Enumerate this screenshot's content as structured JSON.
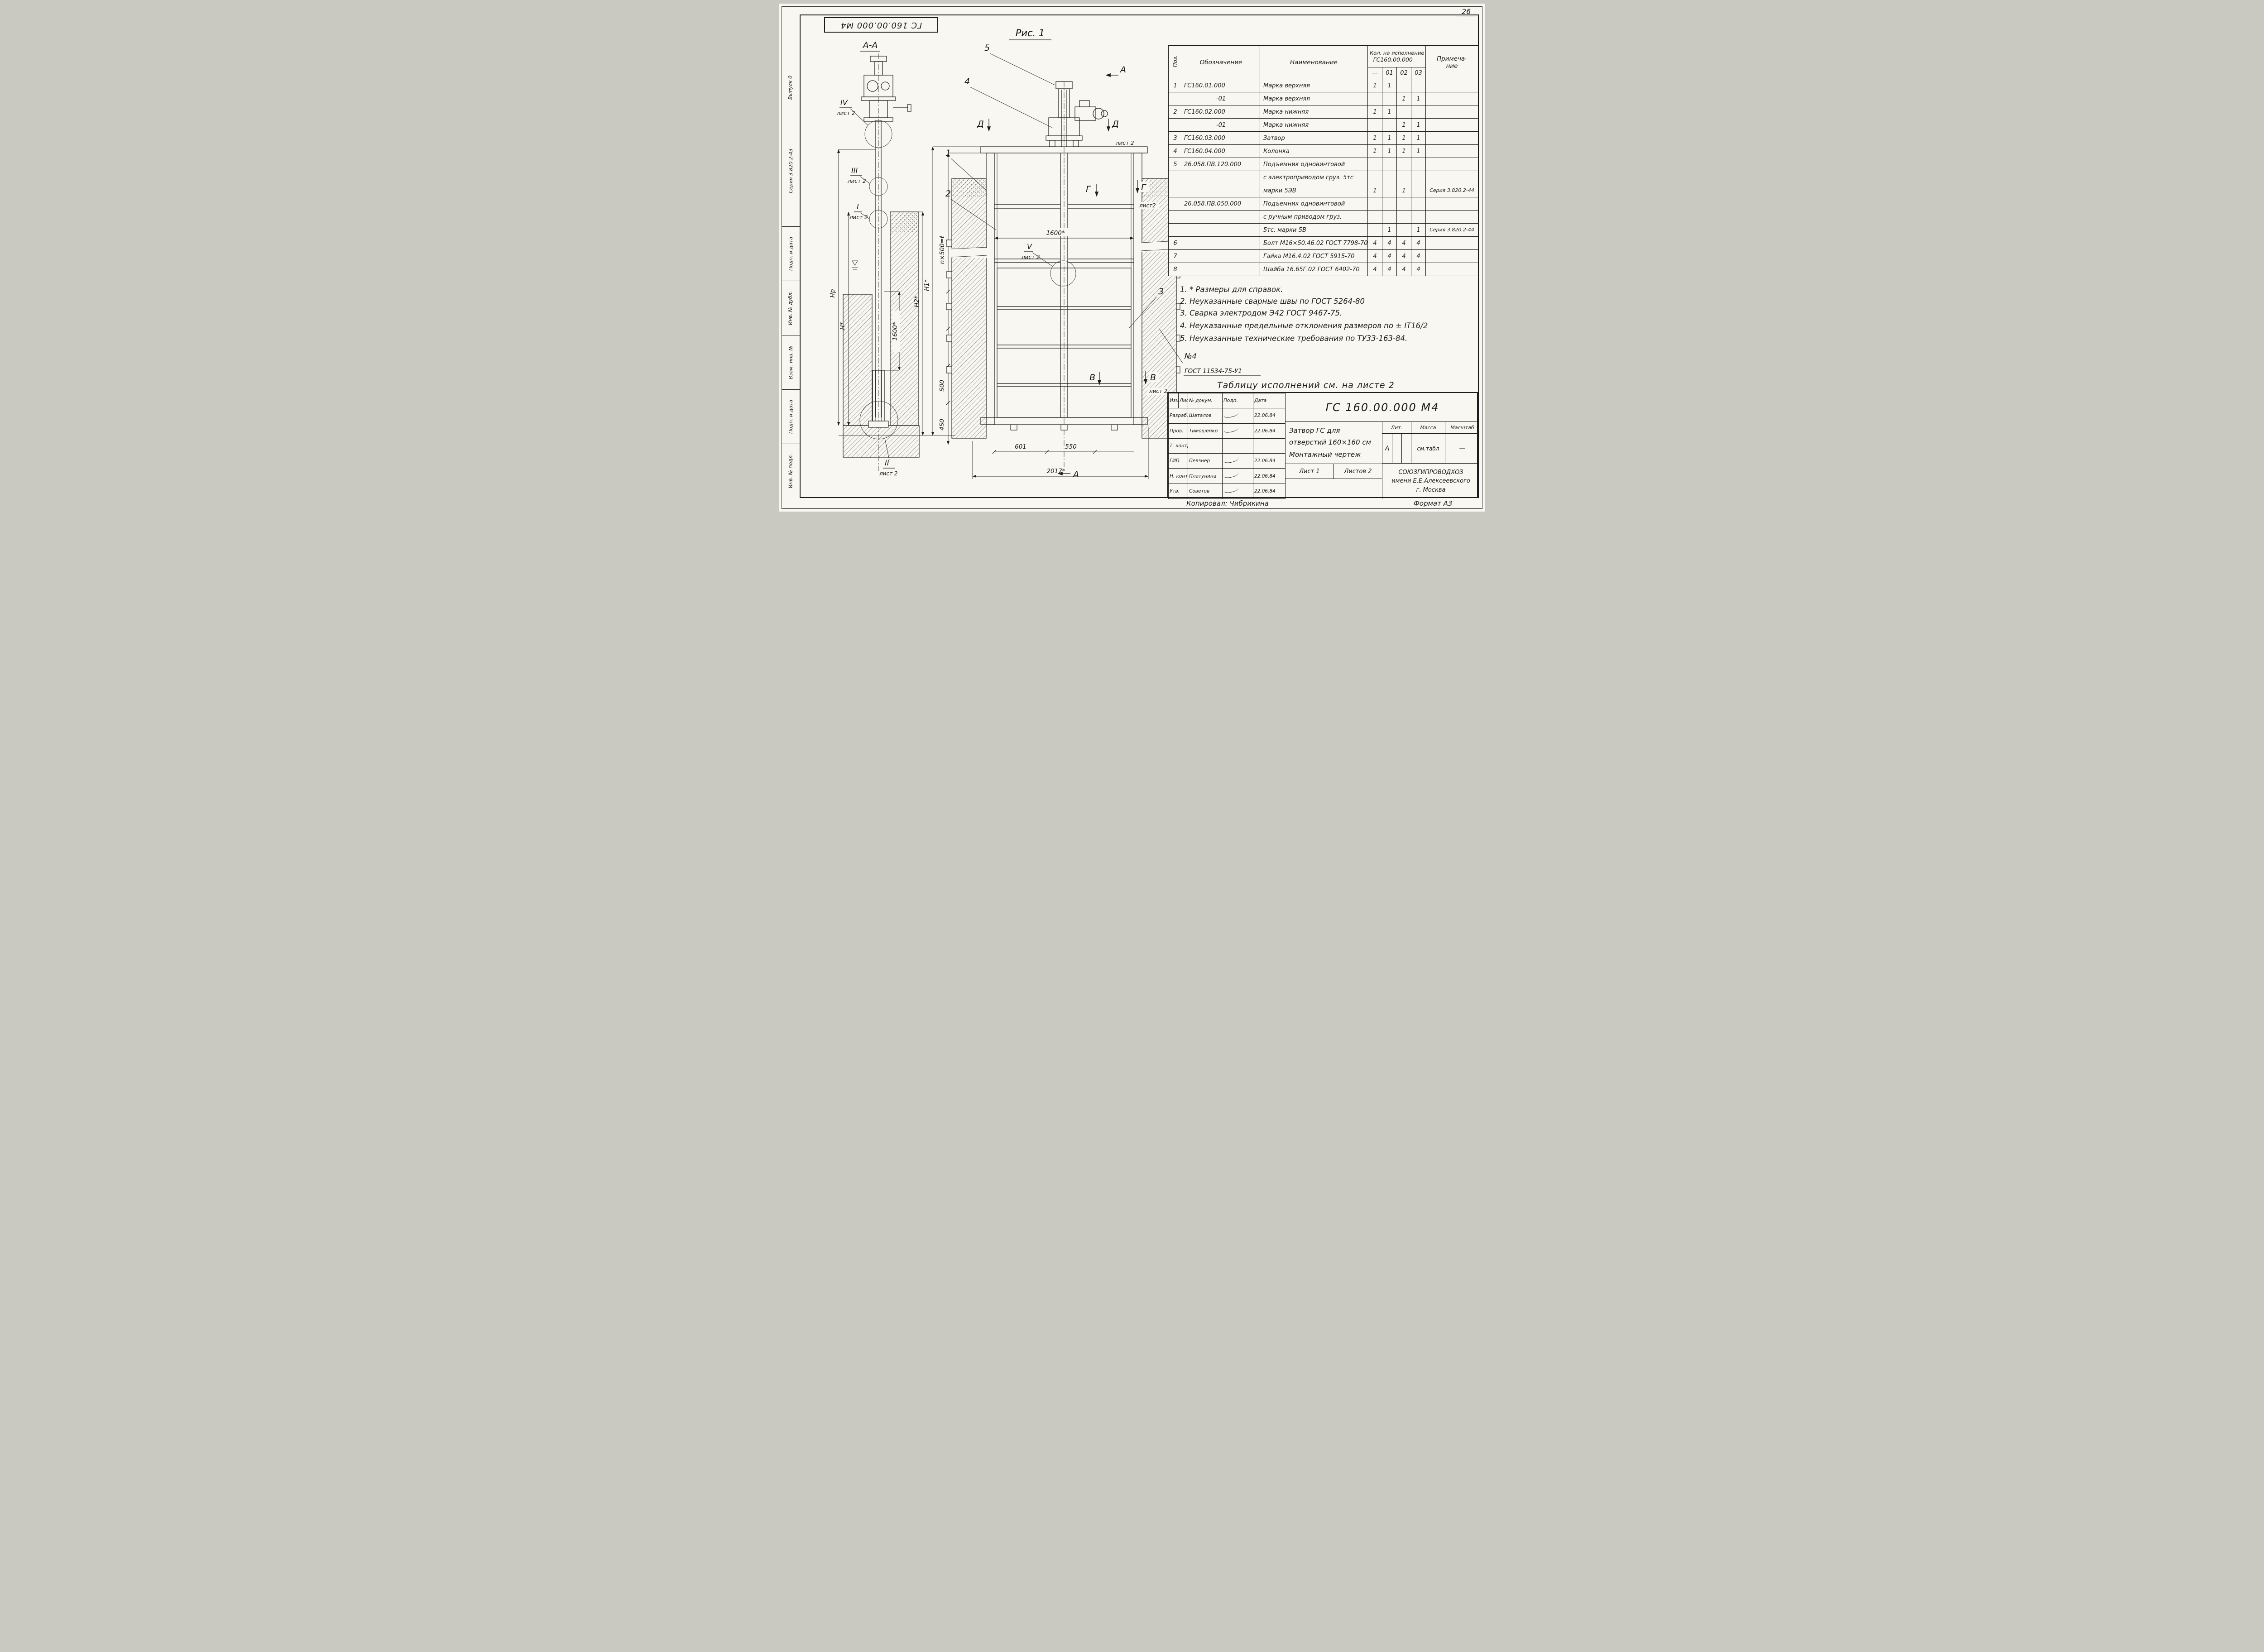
{
  "sheet": {
    "page_number": "26",
    "top_stamp": "ГС 160.00.000 М4",
    "footer_copied": "Копировал: Чибрикина",
    "footer_format": "Формат А3"
  },
  "left_margin": {
    "issue": "Выпуск 0",
    "series": "Серия 3.820.2-43",
    "cells": [
      "Подп. и дата",
      "Инв. № дубл.",
      "Взам. инв. №",
      "Подп. и дата",
      "Инв. № подл."
    ]
  },
  "figure": {
    "caption": "Рис. 1",
    "section_view": "А-А",
    "sheet_ref": "лист 2",
    "sheet_ref_compact": "лист2",
    "details": {
      "i": "I",
      "ii": "II",
      "iii": "III",
      "iv": "IV",
      "v": "V"
    },
    "callouts": {
      "c1": "1",
      "c2": "2",
      "c3": "3",
      "c4": "4",
      "c5": "5"
    },
    "section_letters": {
      "a": "А",
      "d": "Д",
      "g": "Г",
      "v": "В"
    },
    "weld_no": "№4",
    "weld_gost": "ГОСТ 11534-75-У1",
    "dims": {
      "hp": "Нр",
      "h": "Н*",
      "h1": "Н1*",
      "h2": "Н2*",
      "v1600": "1600*",
      "w1600": "1600*",
      "n500": "n×500=ℓ",
      "s500": "500",
      "s450": "450",
      "s601": "601",
      "s550": "550",
      "s2017": "2017*"
    }
  },
  "parts_table": {
    "header": {
      "pos": "Поз.",
      "designation": "Обозначение",
      "name": "Наименование",
      "qty_line1": "Кол. на исполнение",
      "qty_line2": "ГС160.00.000 —",
      "note1": "Примеча-",
      "note2": "ние"
    },
    "subcols": [
      "—",
      "01",
      "02",
      "03"
    ],
    "rows": [
      {
        "pos": "1",
        "des": "ГС160.01.000",
        "name": "Марка верхняя",
        "q1": "1",
        "q2": "1",
        "q3": "",
        "q4": "",
        "note": ""
      },
      {
        "pos": "",
        "des": "-01",
        "name": "Марка верхняя",
        "q1": "",
        "q2": "",
        "q3": "1",
        "q4": "1",
        "note": ""
      },
      {
        "pos": "2",
        "des": "ГС160.02.000",
        "name": "Марка нижняя",
        "q1": "1",
        "q2": "1",
        "q3": "",
        "q4": "",
        "note": ""
      },
      {
        "pos": "",
        "des": "-01",
        "name": "Марка нижняя",
        "q1": "",
        "q2": "",
        "q3": "1",
        "q4": "1",
        "note": ""
      },
      {
        "pos": "3",
        "des": "ГС160.03.000",
        "name": "Затвор",
        "q1": "1",
        "q2": "1",
        "q3": "1",
        "q4": "1",
        "note": ""
      },
      {
        "pos": "4",
        "des": "ГС160.04.000",
        "name": "Колонка",
        "q1": "1",
        "q2": "1",
        "q3": "1",
        "q4": "1",
        "note": ""
      },
      {
        "pos": "5",
        "des": "26.058.ПВ.120.000",
        "name": "Подъемник одновинтовой",
        "q1": "",
        "q2": "",
        "q3": "",
        "q4": "",
        "note": ""
      },
      {
        "pos": "",
        "des": "",
        "name": "с электроприводом груз. 5тс",
        "q1": "",
        "q2": "",
        "q3": "",
        "q4": "",
        "note": ""
      },
      {
        "pos": "",
        "des": "",
        "name": "марки 5ЭВ",
        "q1": "1",
        "q2": "",
        "q3": "1",
        "q4": "",
        "note": "Серия 3.820.2-44"
      },
      {
        "pos": "",
        "des": "26.058.ПВ.050.000",
        "name": "Подъемник одновинтовой",
        "q1": "",
        "q2": "",
        "q3": "",
        "q4": "",
        "note": ""
      },
      {
        "pos": "",
        "des": "",
        "name": "с ручным приводом груз.",
        "q1": "",
        "q2": "",
        "q3": "",
        "q4": "",
        "note": ""
      },
      {
        "pos": "",
        "des": "",
        "name": "5тс. марки 5В",
        "q1": "",
        "q2": "1",
        "q3": "",
        "q4": "1",
        "note": "Серия 3.820.2-44"
      },
      {
        "pos": "6",
        "des": "",
        "name": "Болт М16×50.46.02 ГОСТ 7798-70",
        "q1": "4",
        "q2": "4",
        "q3": "4",
        "q4": "4",
        "note": ""
      },
      {
        "pos": "7",
        "des": "",
        "name": "Гайка М16.4.02 ГОСТ 5915-70",
        "q1": "4",
        "q2": "4",
        "q3": "4",
        "q4": "4",
        "note": ""
      },
      {
        "pos": "8",
        "des": "",
        "name": "Шайба 16.65Г.02 ГОСТ 6402-70",
        "q1": "4",
        "q2": "4",
        "q3": "4",
        "q4": "4",
        "note": ""
      }
    ]
  },
  "notes": [
    "1. * Размеры для справок.",
    "2. Неуказанные сварные швы по ГОСТ 5264-80",
    "3. Сварка электродом Э42 ГОСТ 9467-75.",
    "4. Неуказанные предельные отклонения размеров по ± IT16/2",
    "5. Неуказанные технические требования по ТУ33-163-84."
  ],
  "table_ref_note": "Таблицу исполнений см. на листе 2",
  "title_block": {
    "designation": "ГС 160.00.000 М4",
    "doc_title": [
      "Затвор ГС для",
      "отверстий 160×160 см",
      "Монтажный чертеж"
    ],
    "cols": {
      "izm": "Изм.",
      "list": "Лист",
      "doc": "№ докум.",
      "podp": "Подп.",
      "data": "Дата"
    },
    "rows": [
      {
        "role": "Разраб.",
        "name": "Шаталов",
        "date": "22.06.84"
      },
      {
        "role": "Пров.",
        "name": "Тимошенко",
        "date": "22.06.84"
      },
      {
        "role": "Т. контр.",
        "name": "",
        "date": ""
      },
      {
        "role": "ГИП",
        "name": "Певзнер",
        "date": "22.06.84"
      },
      {
        "role": "Н. контр.",
        "name": "Платунина",
        "date": "22.06.84"
      },
      {
        "role": "Утв.",
        "name": "Советов",
        "date": "22.06.84"
      }
    ],
    "lit_label": "Лит.",
    "lit_value": "А",
    "mass_label": "Масса",
    "mass_value": "см.табл",
    "scale_label": "Масштаб",
    "scale_value": "—",
    "sheet_info": "Лист 1",
    "sheets_info": "Листов 2",
    "organization": [
      "СОЮЗГИПРОВОДХОЗ",
      "имени Е.Е.Алексеевского",
      "г. Москва"
    ]
  }
}
